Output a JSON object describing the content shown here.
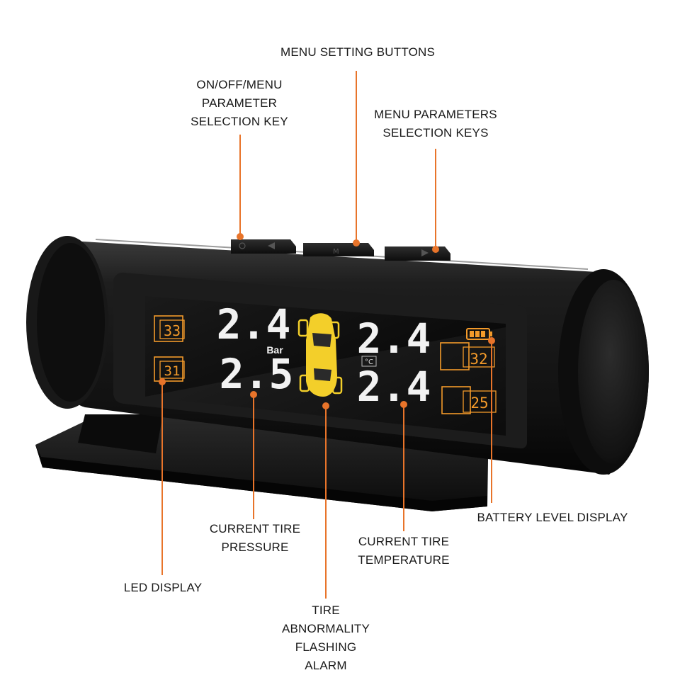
{
  "labels": {
    "menu_setting_buttons": "MENU SETTING BUTTONS",
    "on_off_menu": [
      "ON/OFF/MENU",
      "PARAMETER",
      "SELECTION KEY"
    ],
    "menu_parameters_keys": [
      "MENU PARAMETERS",
      "SELECTION KEYS"
    ],
    "battery_level_display": "BATTERY LEVEL DISPLAY",
    "current_tire_pressure": [
      "CURRENT TIRE",
      "PRESSURE"
    ],
    "current_tire_temperature": [
      "CURRENT TIRE",
      "TEMPERATURE"
    ],
    "led_display": "LED DISPLAY",
    "tire_alarm": [
      "TIRE",
      "ABNORMALITY",
      "FLASHING",
      "ALARM"
    ]
  },
  "screen": {
    "pressure_front_left": "2.4",
    "pressure_rear_left": "2.5",
    "pressure_front_right": "2.4",
    "pressure_rear_right": "2.4",
    "temp_front_left": "33",
    "temp_rear_left": "31",
    "temp_front_right": "32",
    "temp_rear_right": "25",
    "unit_pressure": "Bar",
    "unit_temp": "°C"
  },
  "colors": {
    "accent": "#e8742a",
    "segment_orange": "#f39a2a",
    "car_yellow": "#f3cf2a",
    "device_body": "#161616"
  },
  "icons": [
    "power-icon",
    "left-arrow-icon",
    "m-icon",
    "right-arrow-icon",
    "battery-icon",
    "car-icon"
  ]
}
